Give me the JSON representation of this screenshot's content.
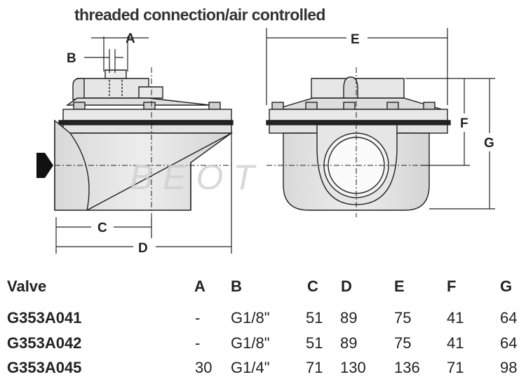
{
  "title": "threaded connection/air controlled",
  "watermark": "B E O T",
  "drawing_labels": {
    "a": "A",
    "b": "B",
    "c": "C",
    "d": "D",
    "e": "E",
    "f": "F",
    "g": "G"
  },
  "table": {
    "headers": [
      "Valve",
      "A",
      "B",
      "C",
      "D",
      "E",
      "F",
      "G"
    ],
    "rows": [
      [
        "G353A041",
        "-",
        "G1/8\"",
        "51",
        "89",
        "75",
        "41",
        "64"
      ],
      [
        "G353A042",
        "-",
        "G1/8\"",
        "51",
        "89",
        "75",
        "41",
        "64"
      ],
      [
        "G353A045",
        "30",
        "G1/4\"",
        "71",
        "130",
        "136",
        "71",
        "98"
      ]
    ]
  }
}
